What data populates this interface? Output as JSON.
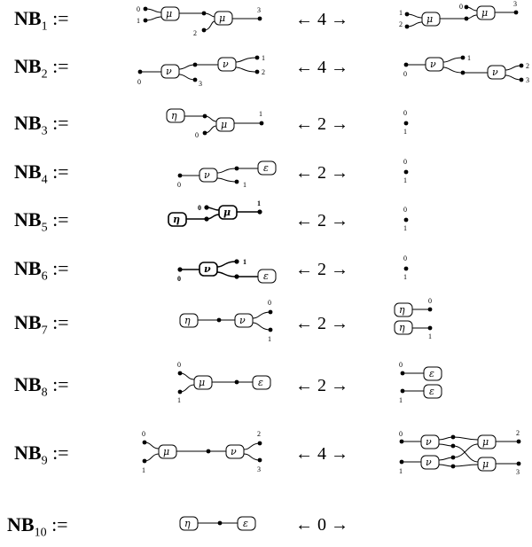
{
  "equations": [
    {
      "name": "NB",
      "sub": "1",
      "assign": ":=",
      "arrow": "← 4 →"
    },
    {
      "name": "NB",
      "sub": "2",
      "assign": ":=",
      "arrow": "← 4 →"
    },
    {
      "name": "NB",
      "sub": "3",
      "assign": ":=",
      "arrow": "← 2 →"
    },
    {
      "name": "NB",
      "sub": "4",
      "assign": ":=",
      "arrow": "← 2 →"
    },
    {
      "name": "NB",
      "sub": "5",
      "assign": ":=",
      "arrow": "← 2 →"
    },
    {
      "name": "NB",
      "sub": "6",
      "assign": ":=",
      "arrow": "← 2 →"
    },
    {
      "name": "NB",
      "sub": "7",
      "assign": ":=",
      "arrow": "← 2 →"
    },
    {
      "name": "NB",
      "sub": "8",
      "assign": ":=",
      "arrow": "← 2 →"
    },
    {
      "name": "NB",
      "sub": "9",
      "assign": ":=",
      "arrow": "← 4 →"
    },
    {
      "name": "NB",
      "sub": "10",
      "assign": ":=",
      "arrow": "← 0 →"
    }
  ],
  "node_labels": {
    "mu": "μ",
    "nu": "ν",
    "eta": "η",
    "epsilon": "ε"
  },
  "port_labels": [
    "0",
    "1",
    "2",
    "3"
  ]
}
